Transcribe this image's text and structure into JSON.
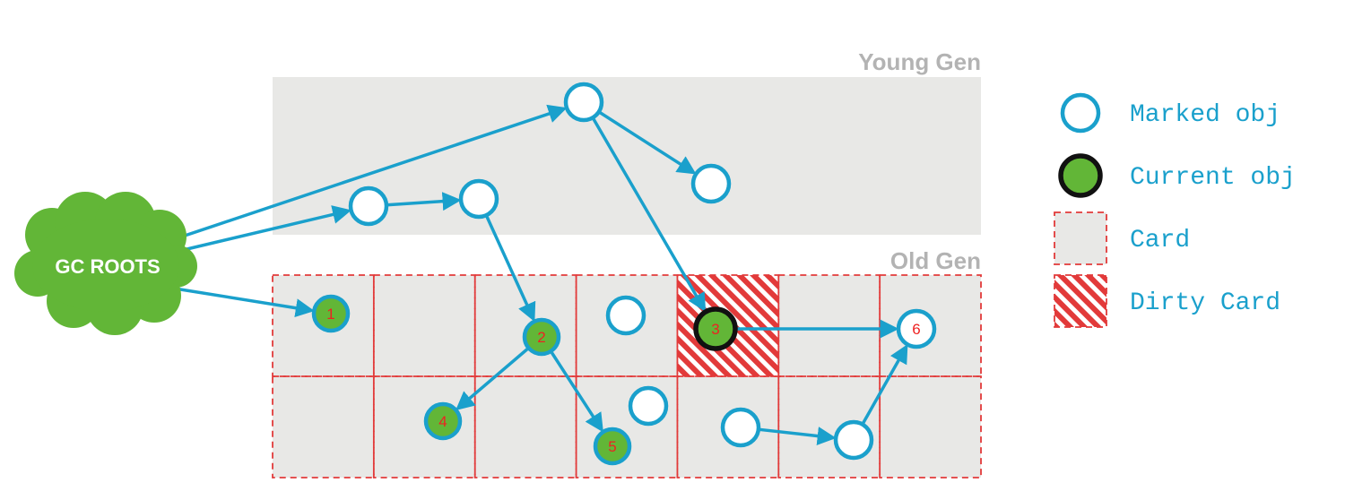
{
  "regions": {
    "young": "Young Gen",
    "old": "Old Gen"
  },
  "roots": "GC ROOTS",
  "objects": [
    {
      "id": "y1",
      "state": "marked",
      "num": ""
    },
    {
      "id": "y2",
      "state": "marked",
      "num": ""
    },
    {
      "id": "y3",
      "state": "marked",
      "num": ""
    },
    {
      "id": "y4",
      "state": "marked",
      "num": ""
    },
    {
      "id": "o1",
      "state": "green",
      "num": "1"
    },
    {
      "id": "o2",
      "state": "green",
      "num": "2"
    },
    {
      "id": "o3",
      "state": "current",
      "num": "3"
    },
    {
      "id": "o4",
      "state": "green",
      "num": "4"
    },
    {
      "id": "o5",
      "state": "green",
      "num": "5"
    },
    {
      "id": "o6",
      "state": "marked",
      "num": "6"
    },
    {
      "id": "oa",
      "state": "marked",
      "num": ""
    },
    {
      "id": "ob",
      "state": "marked",
      "num": ""
    },
    {
      "id": "oc",
      "state": "marked",
      "num": ""
    },
    {
      "id": "od",
      "state": "marked",
      "num": ""
    }
  ],
  "edges": [
    [
      "roots",
      "y1"
    ],
    [
      "roots",
      "y2"
    ],
    [
      "roots",
      "o1"
    ],
    [
      "y2",
      "y3"
    ],
    [
      "y1",
      "y4"
    ],
    [
      "y1",
      "o3"
    ],
    [
      "y3",
      "o2"
    ],
    [
      "o2",
      "o4"
    ],
    [
      "o2",
      "o5"
    ],
    [
      "o3",
      "o6"
    ],
    [
      "oc",
      "od"
    ],
    [
      "od",
      "o6"
    ]
  ],
  "dirty_card": {
    "row": 0,
    "col": 4
  },
  "legend": [
    {
      "kind": "marked",
      "label": "Marked obj"
    },
    {
      "kind": "current",
      "label": "Current obj"
    },
    {
      "kind": "card",
      "label": "Card"
    },
    {
      "kind": "dirty",
      "label": "Dirty Card"
    }
  ],
  "colors": {
    "accent": "#1aa0cc",
    "green": "#62b637",
    "card_red": "#e23a3a",
    "region_fill": "#e8e8e6",
    "number_red": "#ee2222"
  }
}
